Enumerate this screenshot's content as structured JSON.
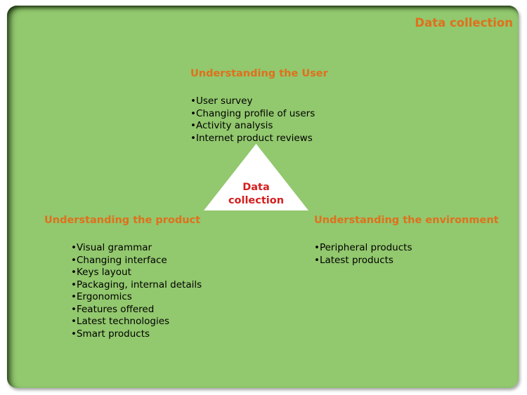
{
  "title": "Data collection",
  "center": {
    "line1": "Data",
    "line2": "collection"
  },
  "user": {
    "heading": "Understanding the User",
    "items": [
      "User survey",
      "Changing profile of users",
      "Activity analysis",
      "Internet product reviews"
    ]
  },
  "product": {
    "heading": "Understanding the product",
    "items": [
      "Visual grammar",
      "Changing interface",
      "Keys layout",
      "Packaging, internal details",
      "Ergonomics",
      "Features offered",
      "Latest technologies",
      "Smart products"
    ]
  },
  "environment": {
    "heading": "Understanding the environment",
    "items": [
      "Peripheral products",
      "Latest products"
    ]
  },
  "colors": {
    "background": "#92c86e",
    "heading": "#e0701c",
    "center_text": "#d41f1f",
    "triangle": "#ffffff"
  }
}
